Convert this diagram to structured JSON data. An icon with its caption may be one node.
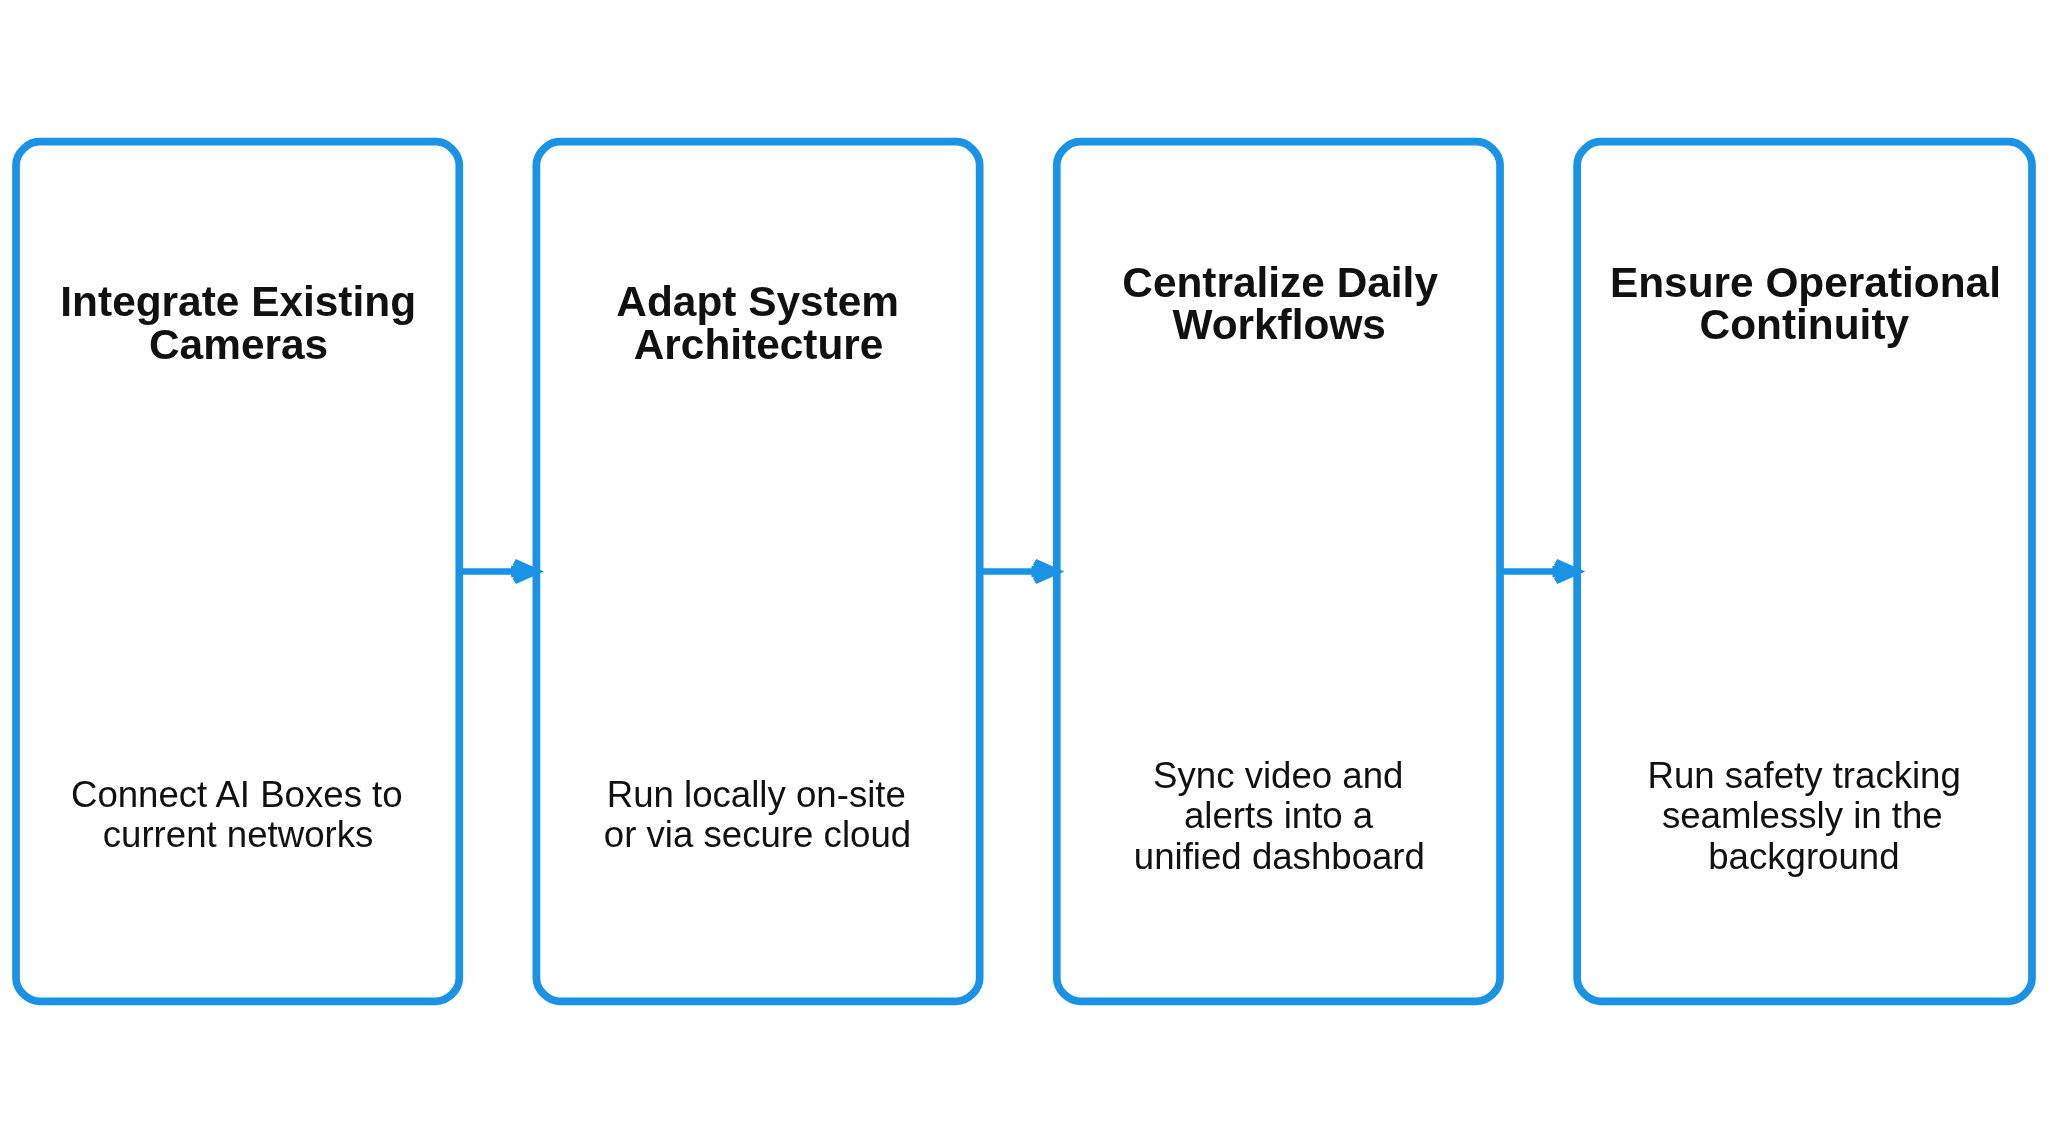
{
  "diagram": {
    "nodes": [
      {
        "text": [
          "Integrate Existing Cameras",
          "Connect AI Boxes to current networks"
        ]
      },
      {
        "text": [
          "Adapt System Architecture",
          "Run locally on-site or via secure cloud"
        ]
      },
      {
        "text": [
          "Centralize Daily Workflows",
          "Sync video and alerts into a unified dashboard"
        ]
      },
      {
        "text": [
          "Ensure Operational Continuity",
          "Run safety tracking seamlessly in the background"
        ]
      }
    ],
    "edges": [
      {
        "from": 0,
        "to": 1,
        "arrow": "to"
      },
      {
        "from": 1,
        "to": 2,
        "arrow": "to"
      },
      {
        "from": 2,
        "to": 3,
        "arrow": "to"
      }
    ]
  }
}
